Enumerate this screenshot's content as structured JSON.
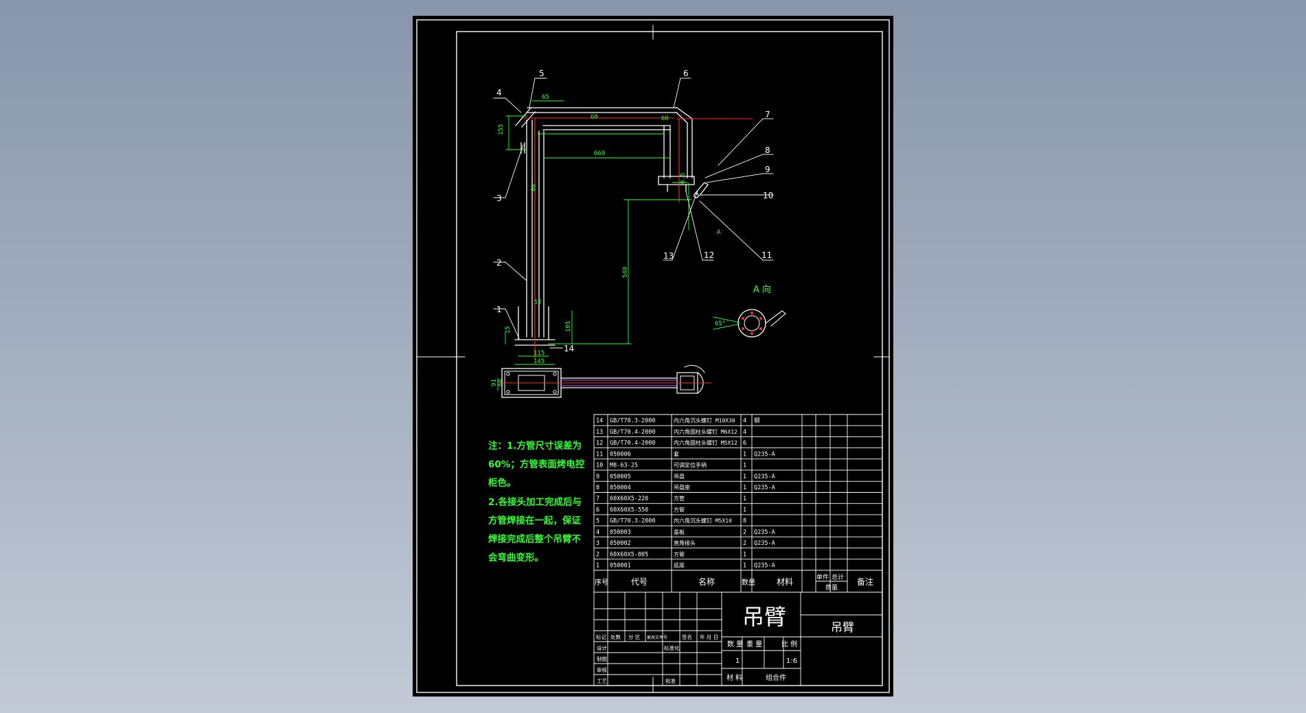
{
  "colors": {
    "paper": "#000000",
    "border": "#ffffff",
    "part": "#ffffff",
    "center": "#ff2a2a",
    "dim": "#33ff33",
    "text": "#ffffff",
    "note": "#33ff33",
    "hidden": "#c060ff"
  },
  "balloons": [
    "1",
    "2",
    "3",
    "4",
    "5",
    "6",
    "7",
    "8",
    "9",
    "10",
    "11",
    "12",
    "13",
    "14"
  ],
  "dims": {
    "d155": "155",
    "d65": "65",
    "d60a": "60",
    "d60b": "60",
    "d660": "660",
    "d60c": "60",
    "d05": "0.5",
    "d540": "540",
    "d52": "52",
    "d15": "15",
    "d105": "105",
    "d115": "115",
    "d145": "145",
    "d91": "91",
    "d60d": "60"
  },
  "view_a": {
    "title": "A 向",
    "ang": "65°"
  },
  "arrow_a": "A",
  "notes": [
    "注：1.方管尺寸误差为",
    "60%；方管表面烤电控",
    "柜色。",
    "2.各接头加工完成后与",
    "方管焊接在一起，保证",
    "焊接完成后整个吊臂不",
    "会弯曲变形。"
  ],
  "bom": [
    {
      "no": "14",
      "code": "GB/T70.3-2000",
      "name": "内六角沉头螺钉 M10X30",
      "qty": "4",
      "mat": "钢"
    },
    {
      "no": "13",
      "code": "GB/T70.4-2000",
      "name": "内六角圆柱头螺钉 M6X12",
      "qty": "4",
      "mat": ""
    },
    {
      "no": "12",
      "code": "GB/T70.4-2000",
      "name": "内六角圆柱头螺钉 M5X12",
      "qty": "6",
      "mat": ""
    },
    {
      "no": "11",
      "code": "050006",
      "name": "套",
      "qty": "1",
      "mat": "Q235-A"
    },
    {
      "no": "10",
      "code": "M8-63-25",
      "name": "可调定位手柄",
      "qty": "1",
      "mat": ""
    },
    {
      "no": "9",
      "code": "050005",
      "name": "吊盘",
      "qty": "1",
      "mat": "Q235-A"
    },
    {
      "no": "8",
      "code": "050004",
      "name": "吊盘座",
      "qty": "1",
      "mat": "Q235-A"
    },
    {
      "no": "7",
      "code": "60X60X5-220",
      "name": "方管",
      "qty": "1",
      "mat": ""
    },
    {
      "no": "6",
      "code": "60X60X5-550",
      "name": "方管",
      "qty": "1",
      "mat": ""
    },
    {
      "no": "5",
      "code": "GB/T70.3-2000",
      "name": "内六角沉头螺钉 M5X10",
      "qty": "8",
      "mat": ""
    },
    {
      "no": "4",
      "code": "050003",
      "name": "盖板",
      "qty": "2",
      "mat": "Q235-A"
    },
    {
      "no": "3",
      "code": "050002",
      "name": "直角接头",
      "qty": "2",
      "mat": "Q235-A"
    },
    {
      "no": "2",
      "code": "60X60X5-805",
      "name": "方管",
      "qty": "1",
      "mat": ""
    },
    {
      "no": "1",
      "code": "050001",
      "name": "底座",
      "qty": "1",
      "mat": "Q235-A"
    }
  ],
  "bom_header": {
    "no": "序号",
    "code": "代号",
    "name": "名称",
    "qty": "数量",
    "mat": "材料",
    "unit": "单件",
    "total": "总计",
    "weight": "质量",
    "remark": "备注"
  },
  "title_block": {
    "drawing_name": "吊臂",
    "part_name": "吊臂",
    "rev_labels": [
      "标记",
      "处数",
      "分 区",
      "更改文件号",
      "签名",
      "年 月 日"
    ],
    "sign_rows": [
      "设计",
      "制图",
      "审核",
      "工艺"
    ],
    "std_label": "标准化",
    "approve_label": "批准",
    "qty_label": "数 量",
    "weight_label": "重 量",
    "scale_label": "比 例",
    "qty": "1",
    "scale": "1:6",
    "material_label": "材 料",
    "material": "组合件"
  }
}
